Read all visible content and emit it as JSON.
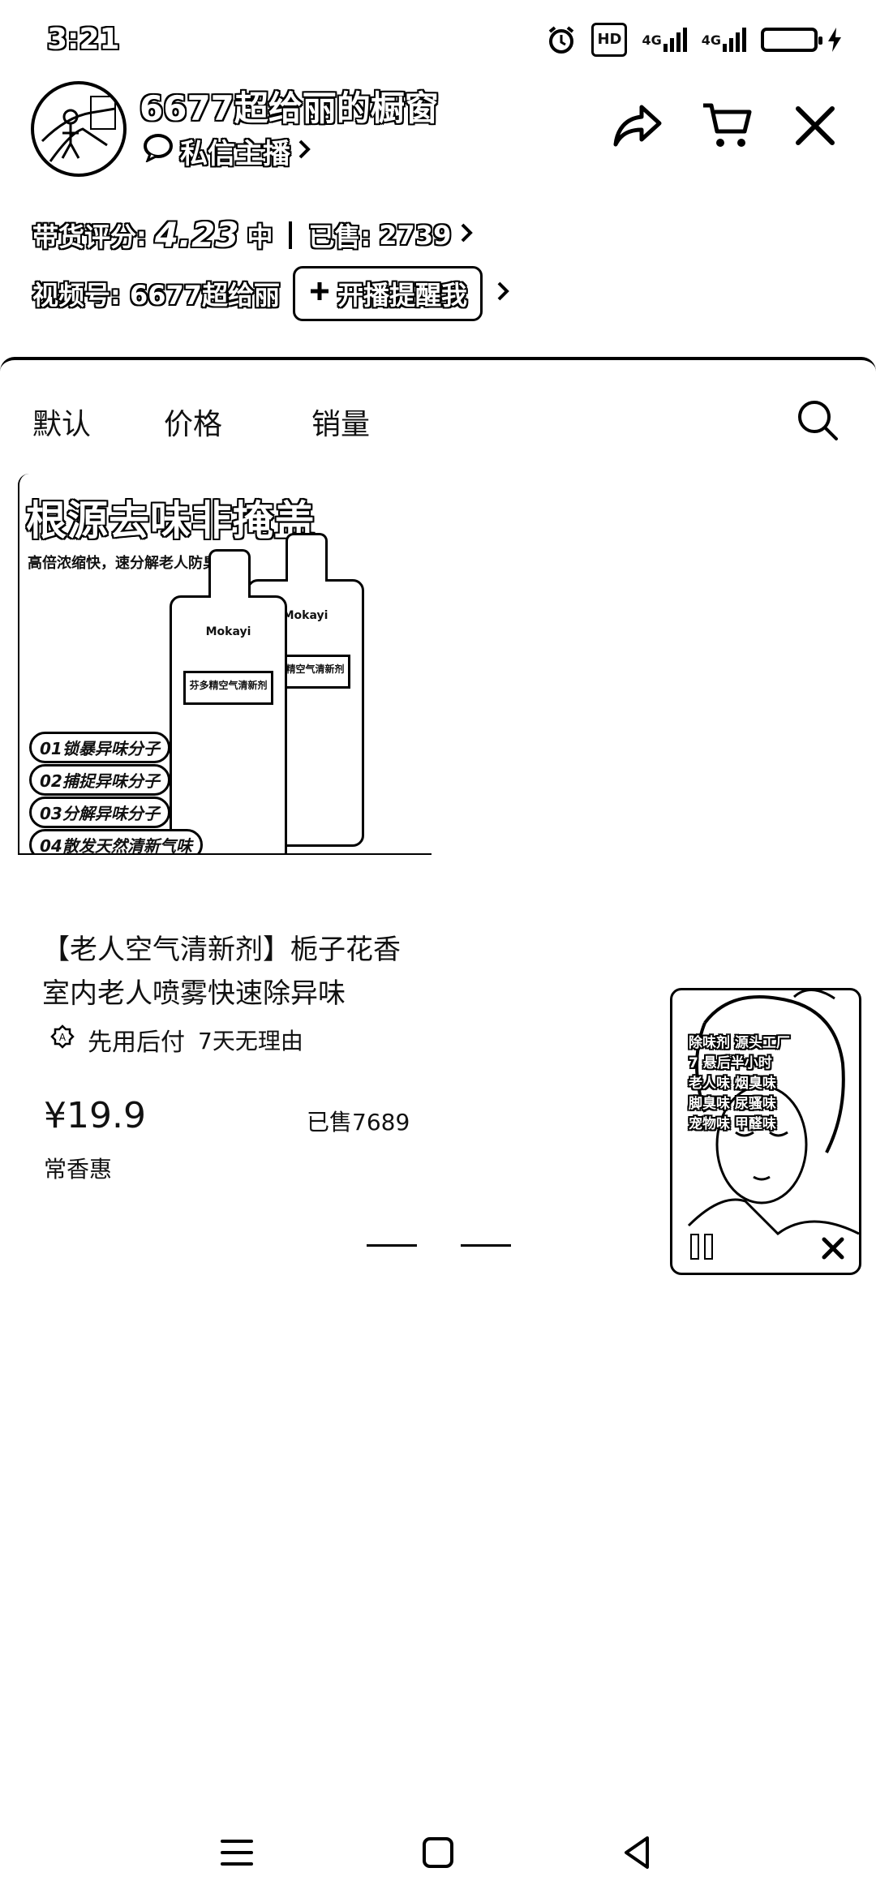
{
  "status_bar": {
    "time": "3:21",
    "icons": [
      "alarm-icon",
      "hd-icon",
      "signal-4g-icon",
      "signal-4g-icon",
      "battery-charging-icon"
    ],
    "hd_label": "HD",
    "net1": "4G",
    "net2": "4G"
  },
  "header": {
    "shop_name": "6677超给丽的橱窗",
    "dm_label": "私信主播",
    "rating_label": "带货评分:",
    "rating_value": "4.23",
    "rating_level": "中",
    "sold_label": "已售:",
    "sold_count": "2739",
    "video_label": "视频号: 6677超给丽",
    "remind_label": "开播提醒我"
  },
  "tabs": [
    {
      "label": "默认"
    },
    {
      "label": "价格"
    },
    {
      "label": "销量"
    }
  ],
  "product": {
    "image": {
      "headline": "根源去味非掩盖",
      "subline": "高倍浓缩快，速分解老人防臭味",
      "features": [
        "01锁暴异味分子",
        "02捕捉异味分子",
        "03分解异味分子",
        "04散发天然清新气味"
      ],
      "brand": "Mokayi",
      "label": "芬多精空气清新剂"
    },
    "title": "【老人空气清新剂】栀子花香室内老人喷雾快速除异味",
    "tag1": "先用后付",
    "tag2": "7天无理由",
    "price": "¥19.9",
    "sold": "已售7689",
    "store": "常香惠"
  },
  "live_float": {
    "caption": "除味剂 源头工厂\n7 悬后半小时\n老人味 烟臭味\n脚臭味 尿骚味\n宠物味 甲醛味"
  },
  "colors": {
    "ink": "#000000",
    "background": "#ffffff"
  }
}
